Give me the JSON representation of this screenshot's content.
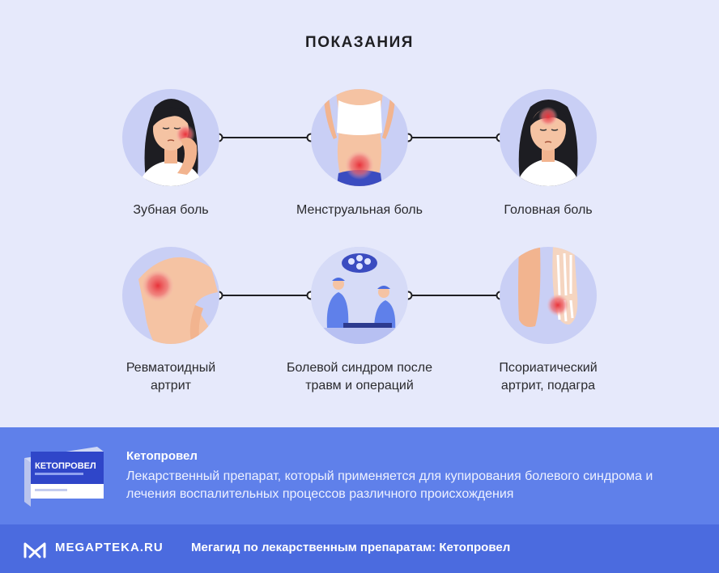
{
  "title": "ПОКАЗАНИЯ",
  "indications": [
    {
      "label": "Зубная боль"
    },
    {
      "label": "Менструальная боль"
    },
    {
      "label": "Головная боль"
    },
    {
      "label": "Ревматоидный артрит"
    },
    {
      "label": "Болевой синдром после травм и операций"
    },
    {
      "label": "Псориатический артрит, подагра"
    }
  ],
  "product": {
    "name": "Кетопровел",
    "description": "Лекарственный препарат, который применяется для купирования болевого синдрома и лечения воспалительных процессов различного происхождения",
    "box_brand": "КЕТОПРОВЕЛ"
  },
  "footer": {
    "brand": "MEGAPTEKA.RU",
    "text": "Мегагид по лекарственным препаратам: Кетопровел"
  },
  "colors": {
    "background": "#e6e9fb",
    "circle": "#c9cff5",
    "product_band": "#5f80ea",
    "footer": "#4b6bdf",
    "pain": "#e8323a"
  }
}
